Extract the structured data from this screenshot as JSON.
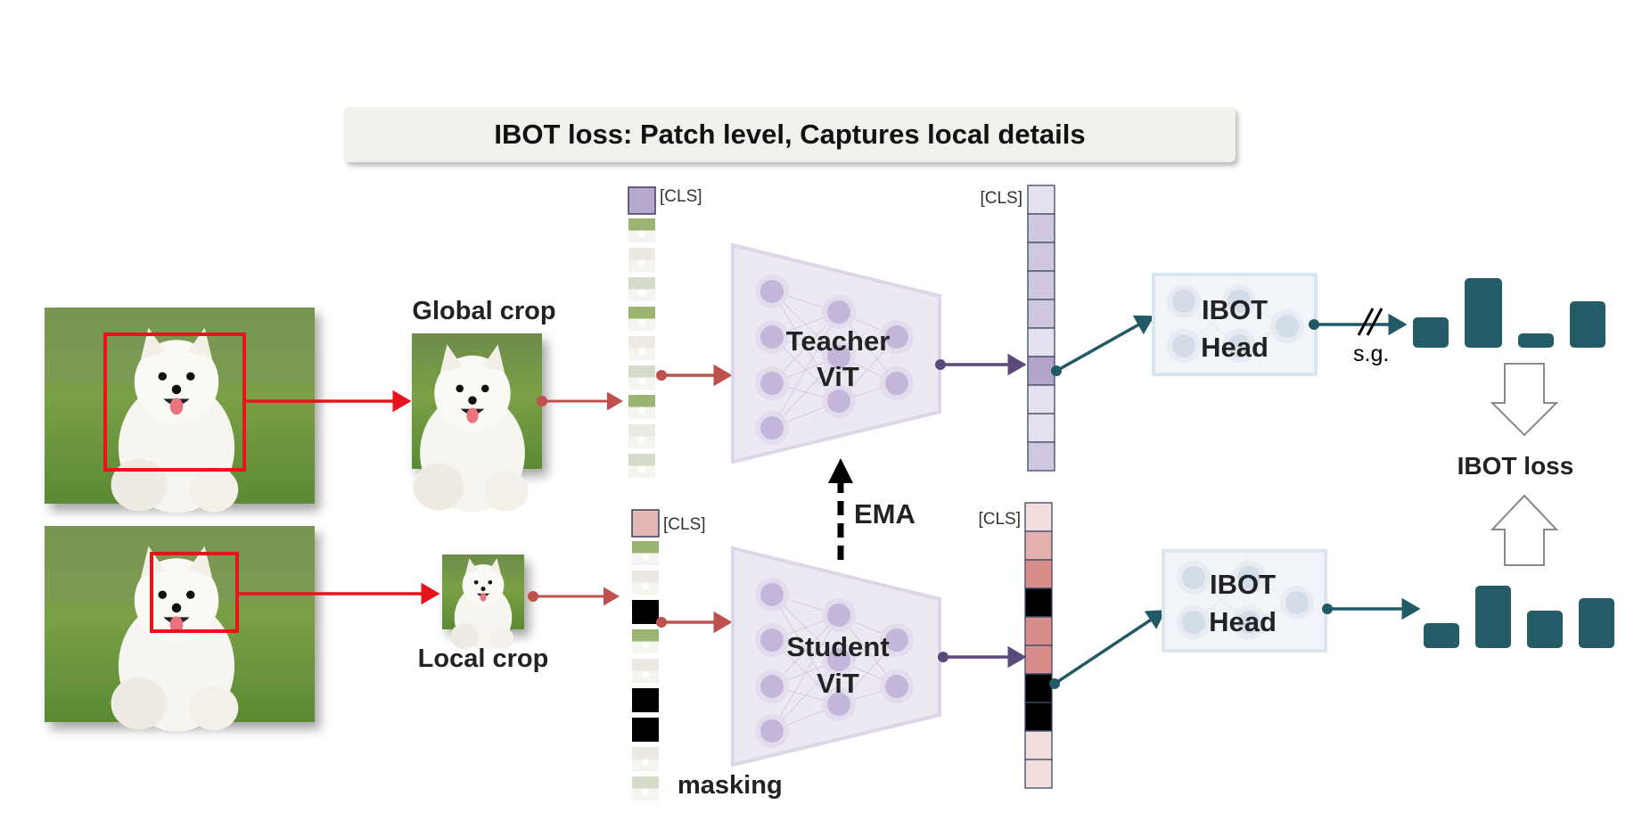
{
  "banner": {
    "title": "IBOT loss: Patch level, Captures local details"
  },
  "labels": {
    "global_crop": "Global crop",
    "local_crop": "Local crop",
    "masking": "masking",
    "ema": "EMA",
    "cls": "[CLS]",
    "sg": "s.g.",
    "ibot_loss": "IBOT loss"
  },
  "teacher": {
    "line1": "Teacher",
    "line2": "ViT"
  },
  "student": {
    "line1": "Student",
    "line2": "ViT"
  },
  "teacher_head": {
    "line1": "IBOT",
    "line2": "Head"
  },
  "student_head": {
    "line1": "IBOT",
    "line2": "Head"
  },
  "colors": {
    "crop_arrow": "#e8141b",
    "flow_arrow": "#c0504d",
    "vit_arrow": "#5a4a7a",
    "head_arrow": "#215a66",
    "bar": "#235b66",
    "teacher_token": "#b7a8cf",
    "student_token": "#e3b7b5"
  },
  "icons": {
    "dog_image": "dog-icon",
    "network": "neural-network-icon",
    "stop_gradient": "stop-gradient-icon"
  },
  "teacher_tokens": [
    "#e6e1ef",
    "#cfc6e0",
    "#cfc6e0",
    "#cfc6e0",
    "#cfc6e0",
    "#e6e1ef",
    "#b3a4cc",
    "#e6e1ef",
    "#e6e1ef",
    "#cfc6e0"
  ],
  "student_tokens": [
    "#f4dedd",
    "#e3b0ae",
    "#d88d8b",
    "#000000",
    "#d88d8b",
    "#d88d8b",
    "#000000",
    "#000000",
    "#f4dedd",
    "#f4dedd"
  ],
  "teacher_bars": [
    0.34,
    0.78,
    0.16,
    0.52
  ],
  "student_bars": [
    0.28,
    0.7,
    0.42,
    0.56
  ]
}
